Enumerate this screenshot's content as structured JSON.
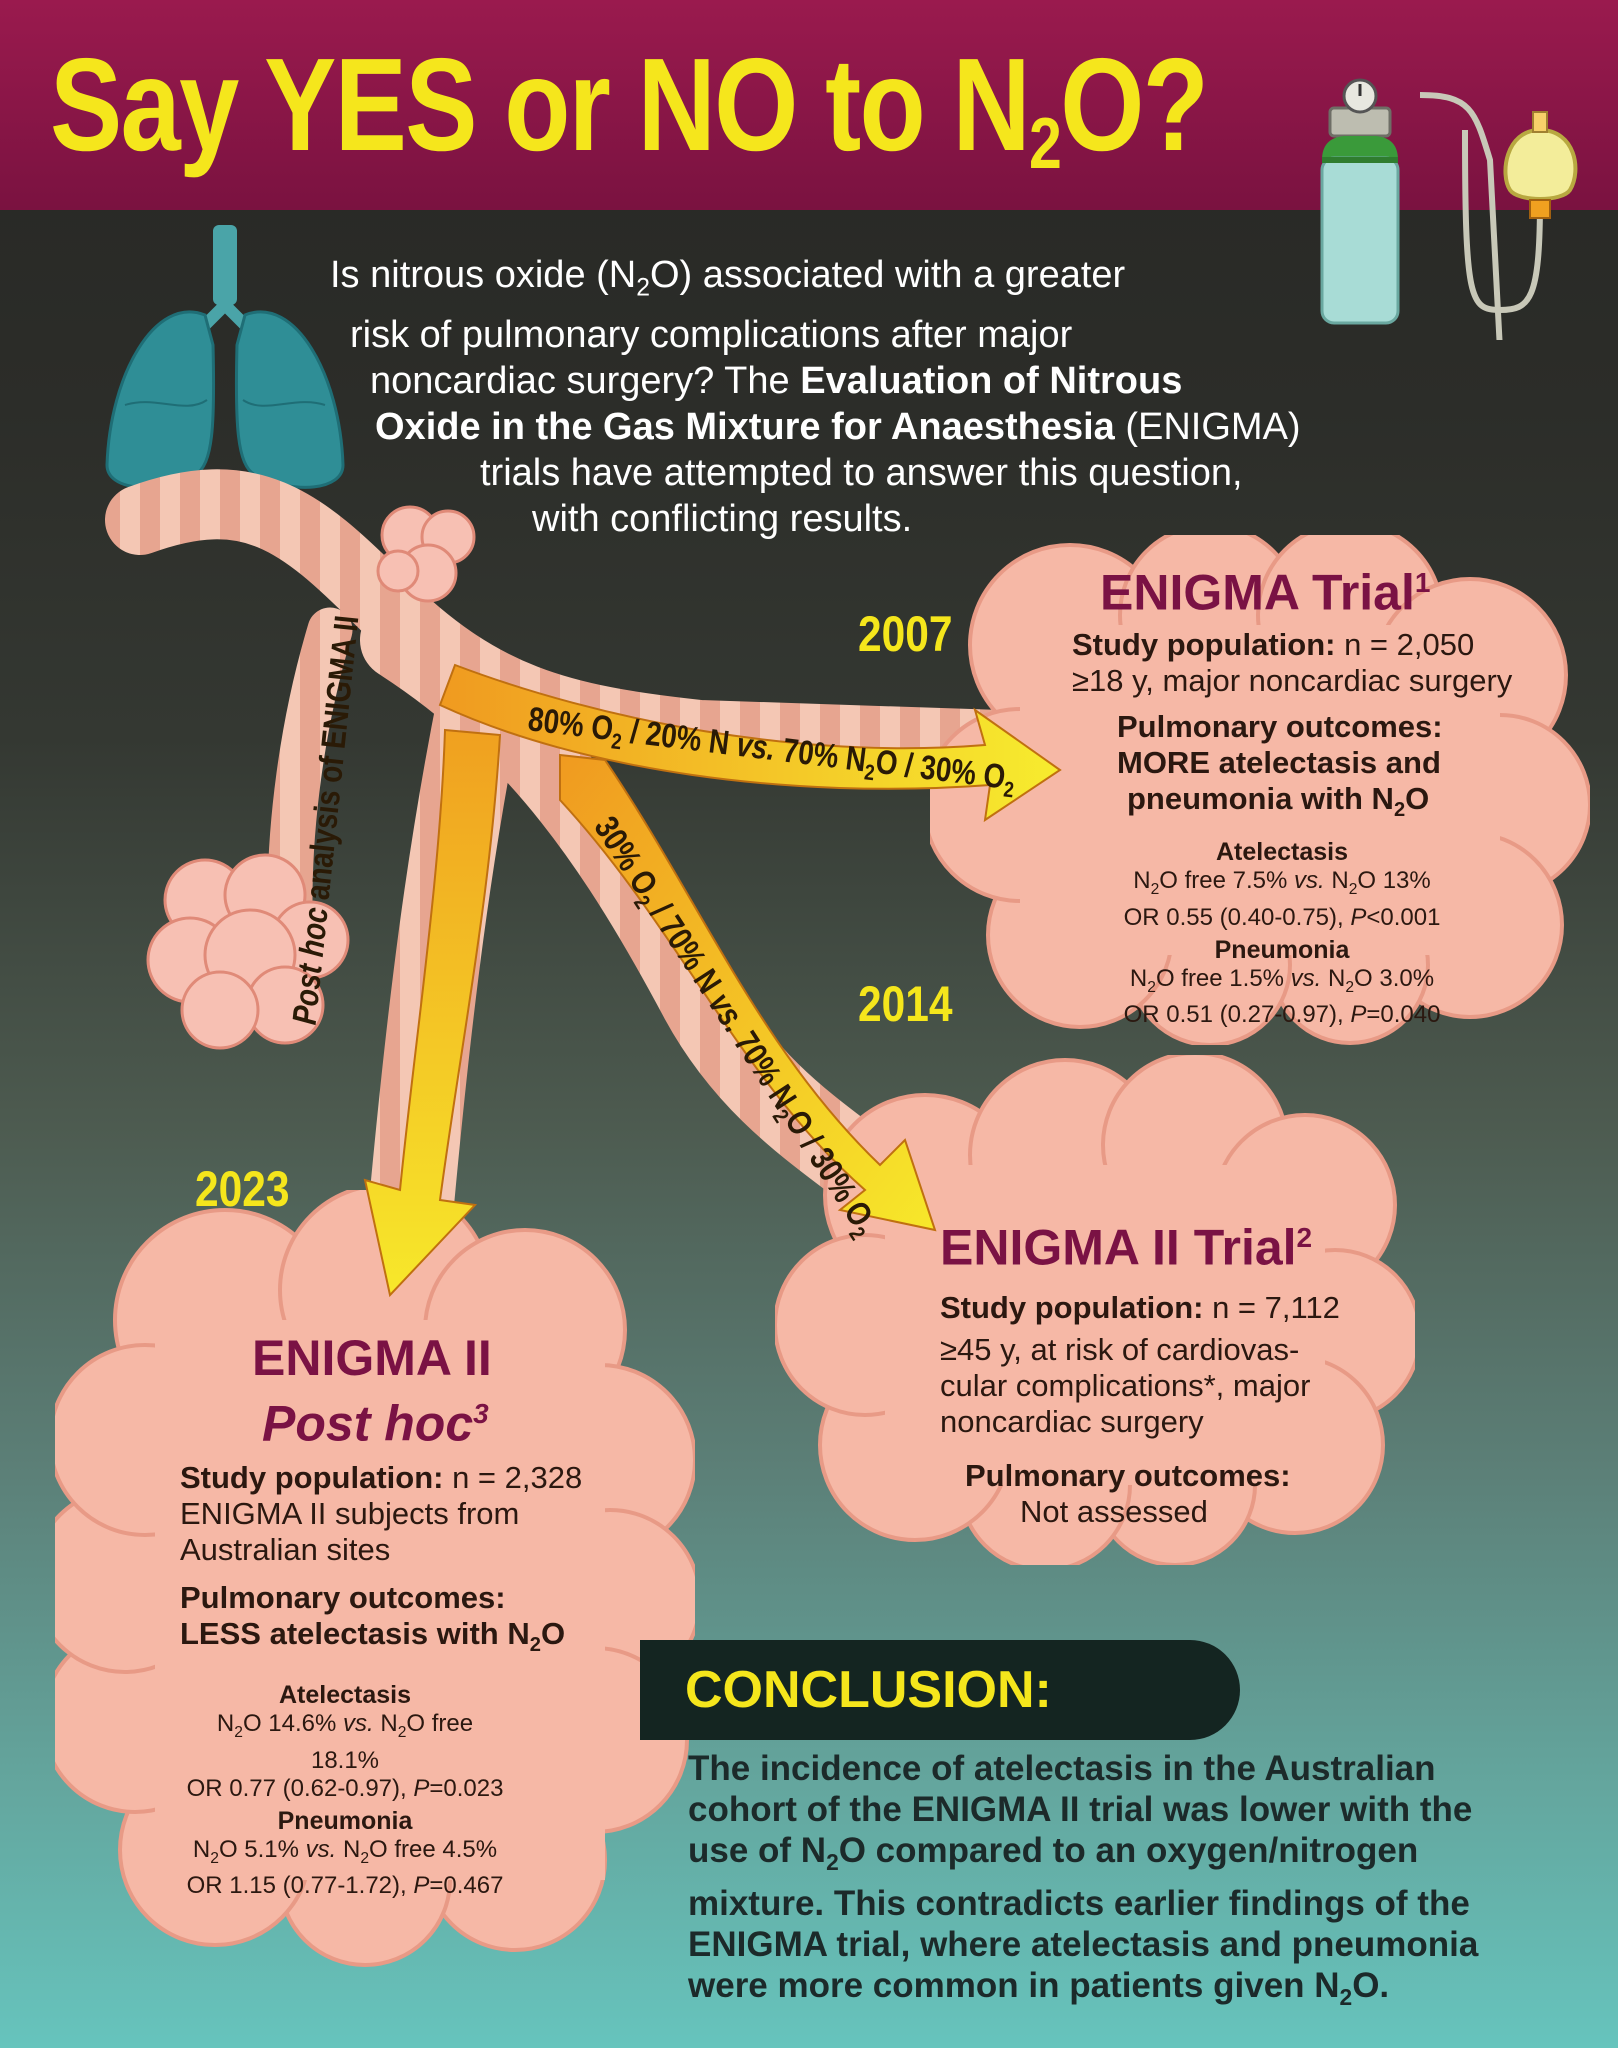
{
  "header": {
    "title_main": "Say YES or NO to N",
    "title_sub": "2",
    "title_end": "O?"
  },
  "intro": {
    "line1": "Is nitrous oxide (N",
    "line1_sub": "2",
    "line1_end": "O) associated with a greater",
    "line2": "risk of pulmonary complications after major",
    "line3_a": "noncardiac surgery? The ",
    "line3_b": "Evaluation of Nitrous",
    "line4_a": "Oxide in the Gas Mixture for Anaesthesia",
    "line4_b": " (ENIGMA)",
    "line5": "trials have attempted to answer this question,",
    "line6": "with conflicting results."
  },
  "years": {
    "y2007": "2007",
    "y2014": "2014",
    "y2023": "2023"
  },
  "arrows": {
    "a2007": {
      "t1": "80% O",
      "s1": "2",
      "t2": " / 20% N ",
      "t3": "vs.",
      "t4": " 70% N",
      "s2": "2",
      "t5": "O / 30% O",
      "s3": "2"
    },
    "a2014": {
      "t1": "30% O",
      "s1": "2",
      "t2": " / 70% N ",
      "t3": "vs.",
      "t4": " 70% N",
      "s2": "2",
      "t5": "O / 30% O",
      "s3": "2"
    },
    "a2023": {
      "t1": "Post hoc",
      "t2": " analysis of ENIGMA II"
    }
  },
  "enigma1": {
    "title": "ENIGMA Trial",
    "sup": "1",
    "pop_label": "Study population:",
    "pop_value": " n = 2,050",
    "pop_desc": "≥18 y, major noncardiac surgery",
    "outcomes_label": "Pulmonary outcomes:",
    "outcome_a": "MORE atelectasis and",
    "outcome_b": "pneumonia with N",
    "outcome_b_sub": "2",
    "outcome_b_end": "O",
    "atel_label": "Atelectasis",
    "atel_1a": "N",
    "atel_1_sub": "2",
    "atel_1b": "O free 7.5% ",
    "atel_vs": "vs.",
    "atel_1c": " N",
    "atel_1_sub2": "2",
    "atel_1d": "O 13%",
    "atel_2a": "OR 0.55 (0.40-0.75), ",
    "atel_2p": "P",
    "atel_2b": "<0.001",
    "pneu_label": "Pneumonia",
    "pneu_1a": "N",
    "pneu_1_sub": "2",
    "pneu_1b": "O free 1.5% ",
    "pneu_vs": "vs.",
    "pneu_1c": " N",
    "pneu_1_sub2": "2",
    "pneu_1d": "O 3.0%",
    "pneu_2a": "OR 0.51 (0.27-0.97), ",
    "pneu_2p": "P",
    "pneu_2b": "=0.040"
  },
  "enigma2": {
    "title": "ENIGMA II Trial",
    "sup": "2",
    "pop_label": "Study population:",
    "pop_value": " n = 7,112",
    "pop_desc1": "≥45 y, at risk of cardiovas-",
    "pop_desc2": "cular complications*, major",
    "pop_desc3": "noncardiac surgery",
    "outcomes_label": "Pulmonary outcomes:",
    "outcome": "Not assessed"
  },
  "posthoc": {
    "title1": "ENIGMA II",
    "title2": "Post hoc",
    "sup": "3",
    "pop_label": "Study population:",
    "pop_value": " n = 2,328",
    "pop_desc1": "ENIGMA II subjects from",
    "pop_desc2": "Australian sites",
    "outcomes_label": "Pulmonary outcomes:",
    "outcome_a": "LESS atelectasis with N",
    "outcome_sub": "2",
    "outcome_end": "O",
    "atel_label": "Atelectasis",
    "atel_1a": "N",
    "atel_1_sub": "2",
    "atel_1b": "O 14.6% ",
    "atel_vs": "vs.",
    "atel_1c": " N",
    "atel_1_sub2": "2",
    "atel_1d": "O free 18.1%",
    "atel_2a": "OR 0.77 (0.62-0.97), ",
    "atel_2p": "P",
    "atel_2b": "=0.023",
    "pneu_label": "Pneumonia",
    "pneu_1a": "N",
    "pneu_1_sub": "2",
    "pneu_1b": "O 5.1% ",
    "pneu_vs": "vs.",
    "pneu_1c": " N",
    "pneu_1_sub2": "2",
    "pneu_1d": "O free 4.5%",
    "pneu_2a": "OR 1.15 (0.77-1.72), ",
    "pneu_2p": "P",
    "pneu_2b": "=0.467"
  },
  "conclusion": {
    "heading": "CONCLUSION:",
    "line1": "The incidence of atelectasis in the Australian",
    "line2": "cohort of the ENIGMA II trial was lower with the",
    "line3a": "use of N",
    "line3_sub": "2",
    "line3b": "O compared to an oxygen/nitrogen",
    "line4": "mixture. This contradicts earlier findings of the",
    "line5": "ENIGMA trial, where atelectasis and pneumonia",
    "line6a": "were more common in patients given N",
    "line6_sub": "2",
    "line6b": "O."
  },
  "colors": {
    "header_bg": "#8c1747",
    "title_yellow": "#f5e61c",
    "cloud_pink": "#f6b7a5",
    "cloud_title": "#7a1244",
    "arrow_yellow": "#f7e02a",
    "arrow_orange": "#f0a020"
  },
  "icons": [
    "lungs-icon",
    "gas-cylinder-icon",
    "anesthesia-bag-icon",
    "alveoli-icon"
  ]
}
